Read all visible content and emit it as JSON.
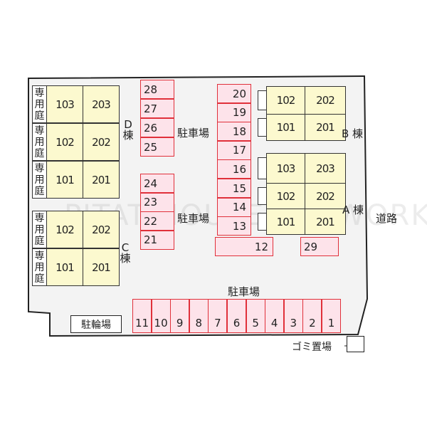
{
  "watermark": "PITAT HOUSE NETWORK",
  "garden_label": [
    "専",
    "用",
    "庭"
  ],
  "buildings": {
    "D": {
      "label_letter": "D",
      "label_suffix": "棟",
      "units": [
        [
          "103",
          "203"
        ],
        [
          "102",
          "202"
        ],
        [
          "101",
          "201"
        ]
      ]
    },
    "C": {
      "label_letter": "C",
      "label_suffix": "棟",
      "units": [
        [
          "102",
          "202"
        ],
        [
          "101",
          "201"
        ]
      ]
    },
    "B": {
      "label": "B 棟",
      "units": [
        [
          "102",
          "202"
        ],
        [
          "101",
          "201"
        ]
      ]
    },
    "A": {
      "label": "A 棟",
      "units": [
        [
          "103",
          "203"
        ],
        [
          "102",
          "202"
        ],
        [
          "101",
          "201"
        ]
      ]
    }
  },
  "parking_label": "駐車場",
  "parking": {
    "col_top": [
      "28",
      "27",
      "26",
      "25"
    ],
    "col_mid": [
      "24",
      "23",
      "22",
      "21"
    ],
    "col_right": [
      "20",
      "19",
      "18",
      "17",
      "16",
      "15",
      "14",
      "13"
    ],
    "wide": "12",
    "single": "29",
    "bottom": [
      "11",
      "10",
      "9",
      "8",
      "7",
      "6",
      "5",
      "4",
      "3",
      "2",
      "1"
    ]
  },
  "bicycle_parking": "駐輪場",
  "garbage": "ゴミ置場",
  "road": "道路",
  "colors": {
    "unit": "#fcf9cf",
    "slot": "#fde3ea",
    "slot_border": "#e0303a",
    "ground": "#f3f3f3"
  }
}
